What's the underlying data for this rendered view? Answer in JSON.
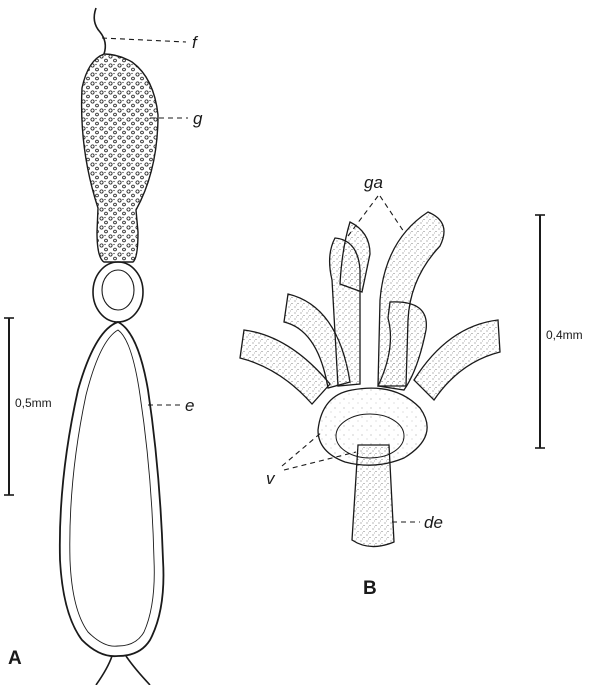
{
  "figure": {
    "panel_a": {
      "label": "A",
      "scale_bar": {
        "text": "0,5mm"
      },
      "leaders": {
        "f": "f",
        "g": "g",
        "e": "e"
      }
    },
    "panel_b": {
      "label": "B",
      "scale_bar": {
        "text": "0,4mm"
      },
      "leaders": {
        "ga": "ga",
        "v": "v",
        "de": "de"
      }
    },
    "colors": {
      "ink": "#1a1a1a",
      "background": "#ffffff",
      "stipple": "#555555"
    }
  }
}
